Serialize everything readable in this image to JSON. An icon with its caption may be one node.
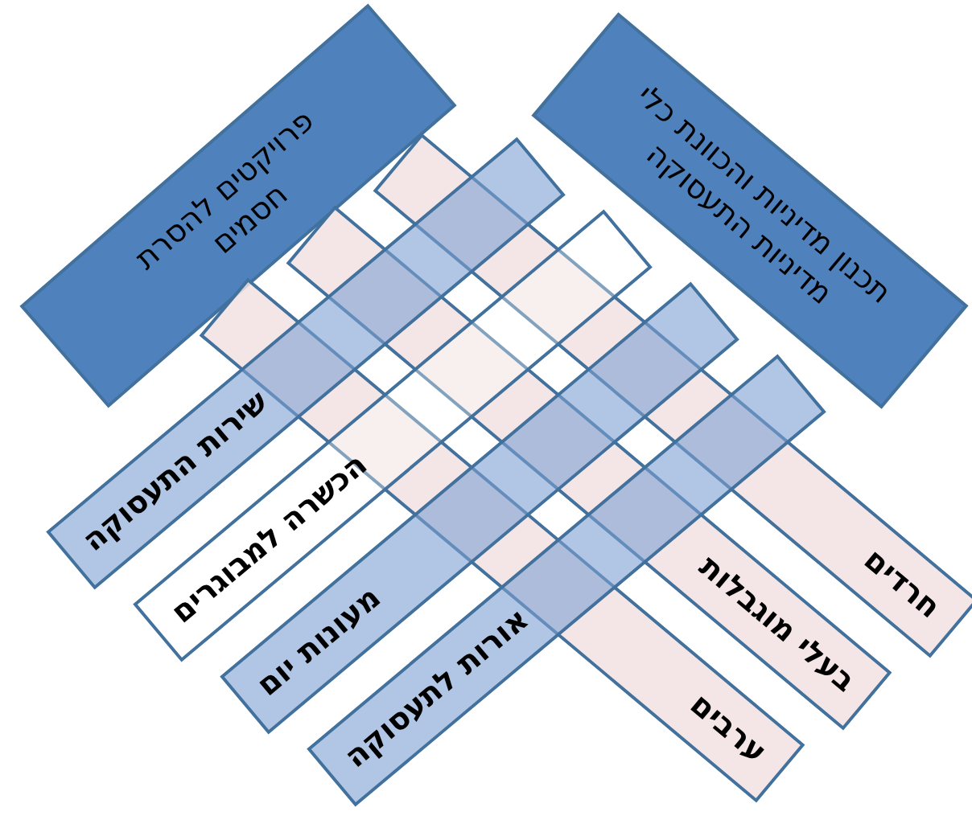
{
  "diagram": {
    "nodes": [
      {
        "text": [
          "פרויקטים להסרת חסמים"
        ]
      },
      {
        "text": [
          "תכנון מדיניות והכוונת כלי מדיניות התעסוקה"
        ]
      },
      {
        "text": [
          "חרדים"
        ]
      },
      {
        "text": [
          "בעלי מוגבלות"
        ]
      },
      {
        "text": [
          "ערבים"
        ]
      },
      {
        "text": [
          "שירות התעסוקה"
        ]
      },
      {
        "text": [
          "הכשרה למבוגרים"
        ]
      },
      {
        "text": [
          "מעונות יום"
        ]
      },
      {
        "text": [
          "אורות לתעסוקה"
        ]
      }
    ]
  }
}
